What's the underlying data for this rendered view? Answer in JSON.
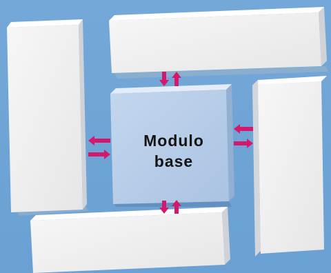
{
  "diagram": {
    "center_block": {
      "label_line1": "Modulo",
      "label_line2": "base"
    },
    "surrounding_blocks": [
      "left-block",
      "top-block",
      "right-block",
      "bottom-block"
    ],
    "arrow_pairs": [
      "top",
      "left",
      "right",
      "bottom"
    ],
    "colors": {
      "background": "#6fa4d6",
      "center_block": "#b9cfea",
      "outer_blocks": "#f1f1f1",
      "arrows": "#d6186c"
    }
  }
}
